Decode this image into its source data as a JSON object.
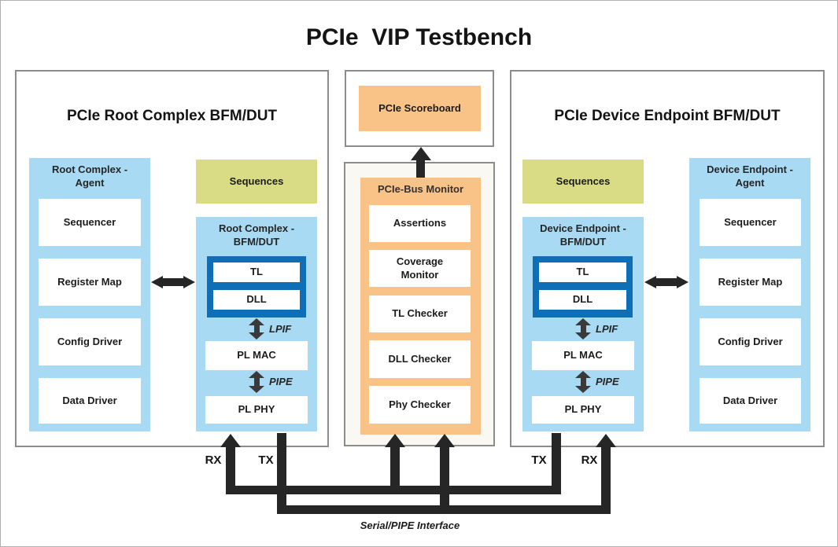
{
  "title": "PCIe  VIP Testbench",
  "root_complex": {
    "panel_title": "PCIe Root Complex BFM/DUT",
    "agent": {
      "title": "Root Complex -\nAgent",
      "items": [
        "Sequencer",
        "Register Map",
        "Config Driver",
        "Data Driver"
      ]
    },
    "sequences_label": "Sequences",
    "bfm": {
      "title": "Root Complex -\nBFM/DUT",
      "tl": "TL",
      "dll": "DLL",
      "lpif_label": "LPIF",
      "pl_mac": "PL MAC",
      "pipe_label": "PIPE",
      "pl_phy": "PL PHY"
    },
    "rx_label": "RX",
    "tx_label": "TX"
  },
  "device_endpoint": {
    "panel_title": "PCIe Device Endpoint BFM/DUT",
    "agent": {
      "title": "Device Endpoint -\nAgent",
      "items": [
        "Sequencer",
        "Register Map",
        "Config Driver",
        "Data Driver"
      ]
    },
    "sequences_label": "Sequences",
    "bfm": {
      "title": "Device Endpoint -\nBFM/DUT",
      "tl": "TL",
      "dll": "DLL",
      "lpif_label": "LPIF",
      "pl_mac": "PL MAC",
      "pipe_label": "PIPE",
      "pl_phy": "PL PHY"
    },
    "tx_label": "TX",
    "rx_label": "RX"
  },
  "scoreboard": {
    "label": "PCIe Scoreboard"
  },
  "bus_monitor": {
    "title": "PCIe-Bus Monitor",
    "items": [
      "Assertions",
      "Coverage\nMonitor",
      "TL Checker",
      "DLL Checker",
      "Phy Checker"
    ]
  },
  "interconnect": {
    "serial_label": "Serial/PIPE Interface"
  },
  "colors": {
    "light_blue": "#a9daf3",
    "dark_blue": "#0f6fb6",
    "green": "#d9dc84",
    "orange": "#f9c287",
    "monitor_bg": "#faf8f2",
    "wire": "#262626"
  }
}
